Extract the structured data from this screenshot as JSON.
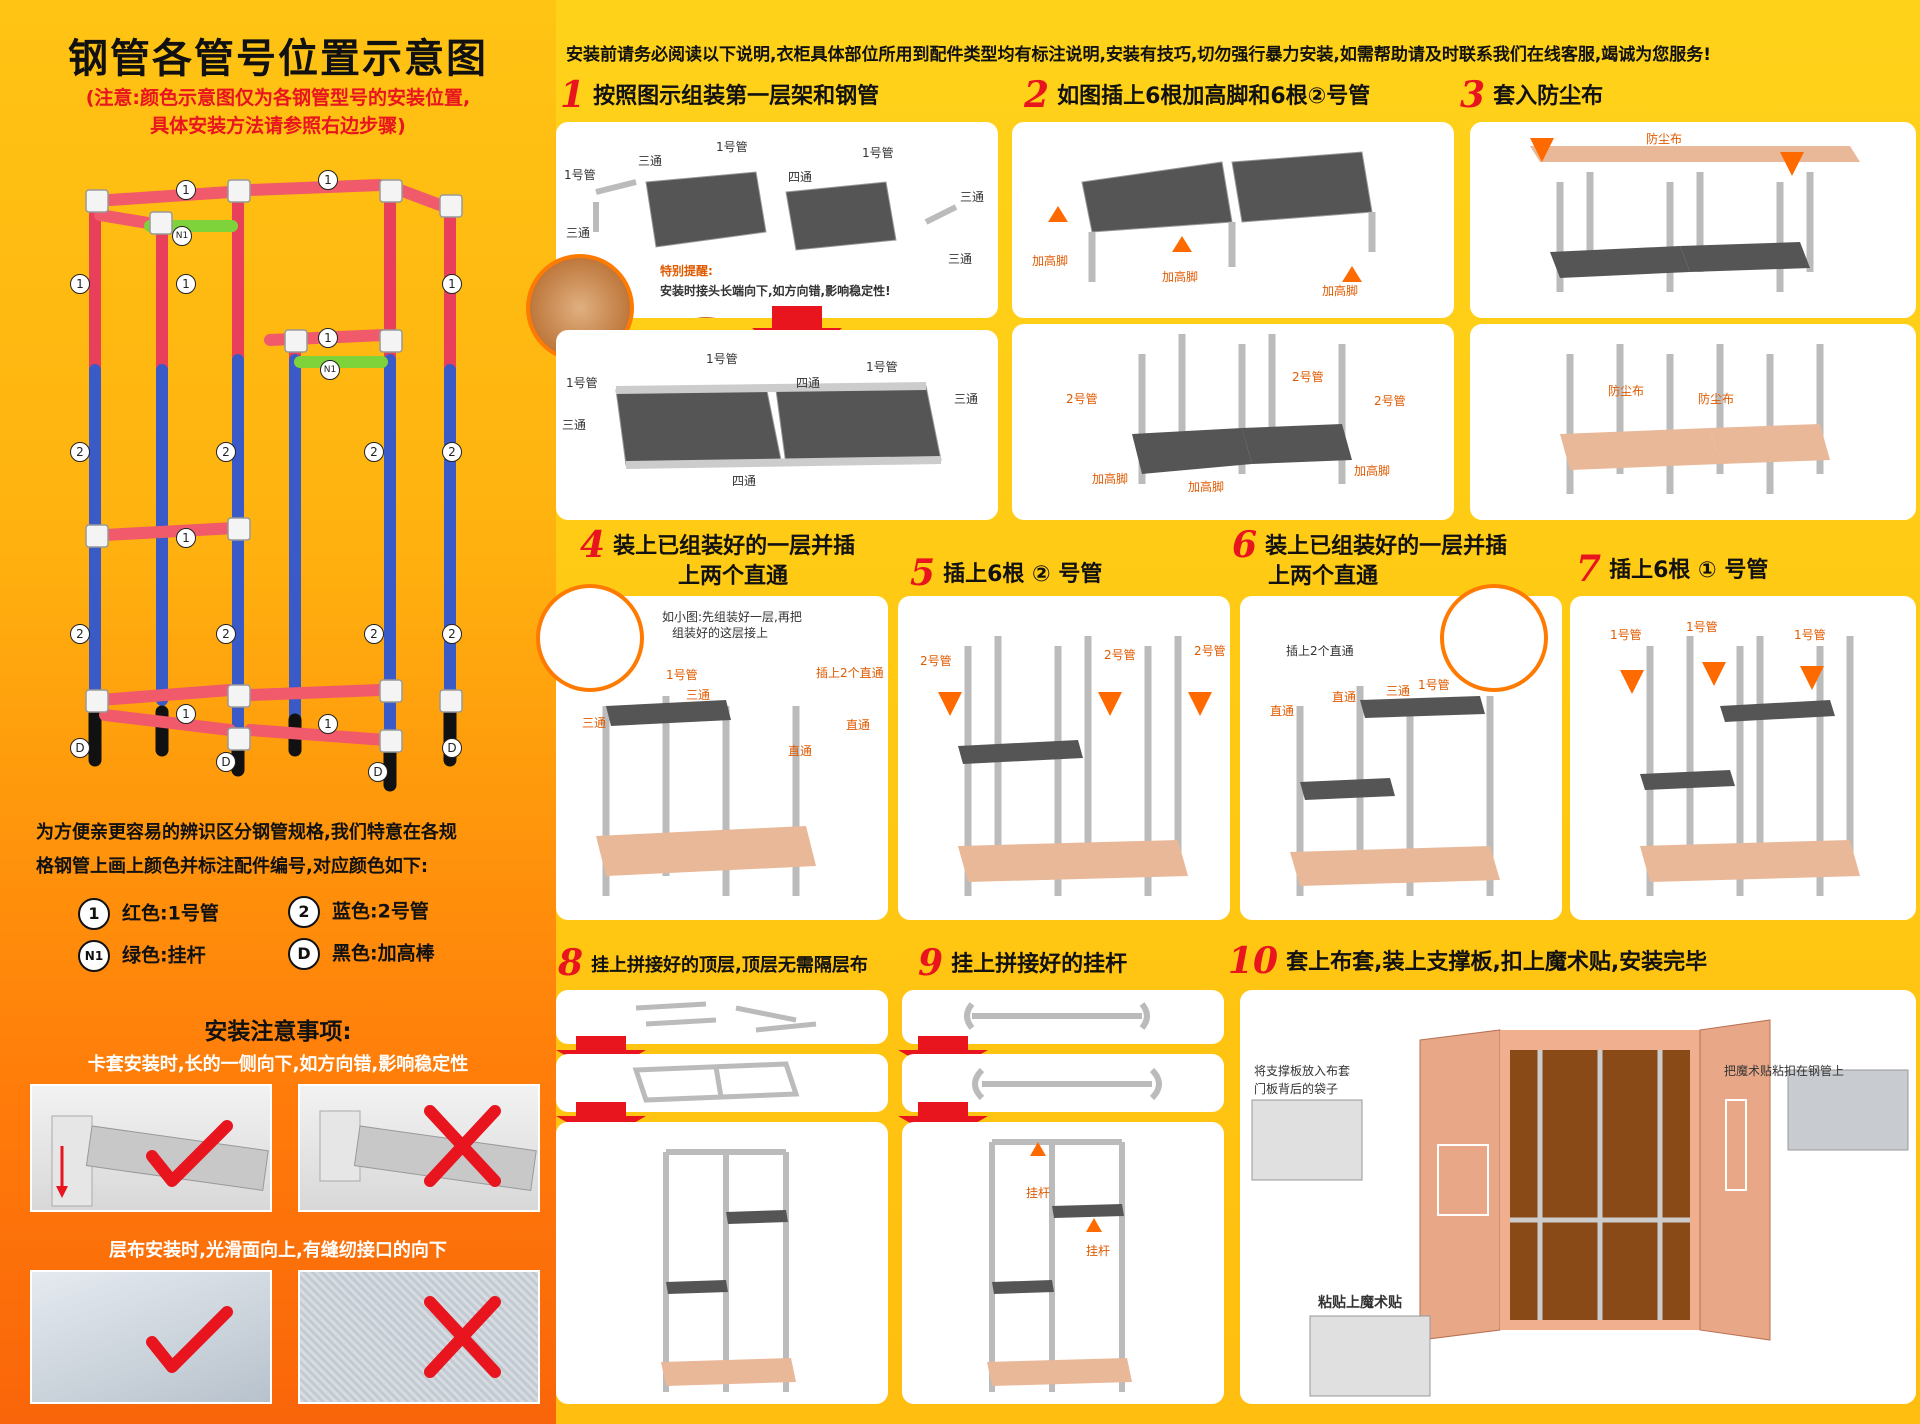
{
  "left": {
    "title": "钢管各管号位置示意图",
    "note_line1": "(注意:颜色示意图仅为各钢管型号的安装位置,",
    "note_line2": "具体安装方法请参照右边步骤)",
    "diagram_labels": {
      "one": "1",
      "two": "2",
      "n1": "N1",
      "d": "D"
    },
    "intro_line1": "为方便亲更容易的辨识区分钢管规格,我们特意在各规",
    "intro_line2": "格钢管上画上颜色并标注配件编号,对应颜色如下:",
    "legend": [
      {
        "mark": "1",
        "text": "红色:1号管"
      },
      {
        "mark": "2",
        "text": "蓝色:2号管"
      },
      {
        "mark": "N1",
        "text": "绿色:挂杆"
      },
      {
        "mark": "D",
        "text": "黑色:加高棒"
      }
    ],
    "notice_title": "安装注意事项:",
    "tip1": "卡套安装时,长的一侧向下,如方向错,影响稳定性",
    "tip2": "层布安装时,光滑面向上,有缝纫接口的向下"
  },
  "header": "安装前请务必阅读以下说明,衣柜具体部位所用到配件类型均有标注说明,安装有技巧,切勿强行暴力安装,如需帮助请及时联系我们在线客服,竭诚为您服务!",
  "steps": [
    {
      "num": "1",
      "text": "按照图示组装第一层架和钢管"
    },
    {
      "num": "2",
      "text": "如图插上6根加高脚和6根②号管"
    },
    {
      "num": "3",
      "text": "套入防尘布"
    },
    {
      "num": "4",
      "text": "装上已组装好的一层并插",
      "text2": "上两个直通"
    },
    {
      "num": "5",
      "text": "插上6根 ② 号管"
    },
    {
      "num": "6",
      "text": "装上已组装好的一层并插",
      "text2": "上两个直通"
    },
    {
      "num": "7",
      "text": "插上6根 ① 号管"
    },
    {
      "num": "8",
      "text": "挂上拼接好的顶层,顶层无需隔层布"
    },
    {
      "num": "9",
      "text": "挂上拼接好的挂杆"
    },
    {
      "num": "10",
      "text": "套上布套,装上支撑板,扣上魔术贴,安装完毕"
    }
  ],
  "labels": {
    "pipe1": "1号管",
    "pipe2": "2号管",
    "tee": "三通",
    "cross": "四通",
    "leg": "加高脚",
    "cloth": "防尘布",
    "straight": "直通",
    "insert2": "插上2个直通",
    "hang": "挂杆",
    "special_title": "特别提醒:",
    "special_text": "安装时接头长端向下,如方向错,影响稳定性!",
    "small_note1": "如小图:先组装好一层,再把",
    "small_note2": "组装好的这层接上",
    "board": "将支撑板放入布套",
    "board2": "门板背后的袋子",
    "velcro": "把魔术贴粘扣在钢管上",
    "paste": "粘贴上魔术贴"
  },
  "colors": {
    "red": "#e8141e",
    "orange": "#ff6a00",
    "pipe_red": "#f05a6a",
    "pipe_blue": "#3a5bc7",
    "pipe_green": "#7fd33a"
  }
}
